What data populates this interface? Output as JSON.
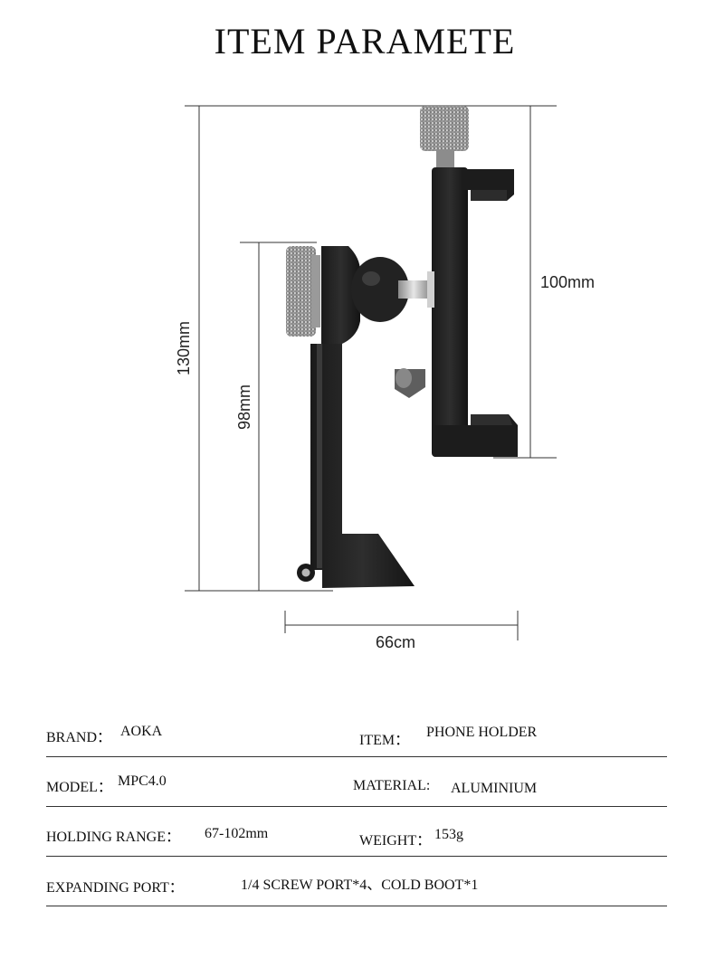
{
  "title": "ITEM PARAMETE",
  "dimensions": {
    "overall_height": "130mm",
    "stand_height": "98mm",
    "clamp_height": "100mm",
    "width": "66cm"
  },
  "specs": {
    "brand": {
      "label": "BRAND：",
      "value": "AOKA"
    },
    "item": {
      "label": "ITEM：",
      "value": "PHONE HOLDER"
    },
    "model": {
      "label": "MODEL：",
      "value": "MPC4.0"
    },
    "material": {
      "label": "MATERIAL:",
      "value": "ALUMINIUM"
    },
    "holding_range": {
      "label": "HOLDING RANGE：",
      "value": "67-102mm"
    },
    "weight": {
      "label": "WEIGHT：",
      "value": "153g"
    },
    "expanding_port": {
      "label": "EXPANDING PORT：",
      "value": "1/4 SCREW PORT*4、COLD BOOT*1"
    }
  }
}
